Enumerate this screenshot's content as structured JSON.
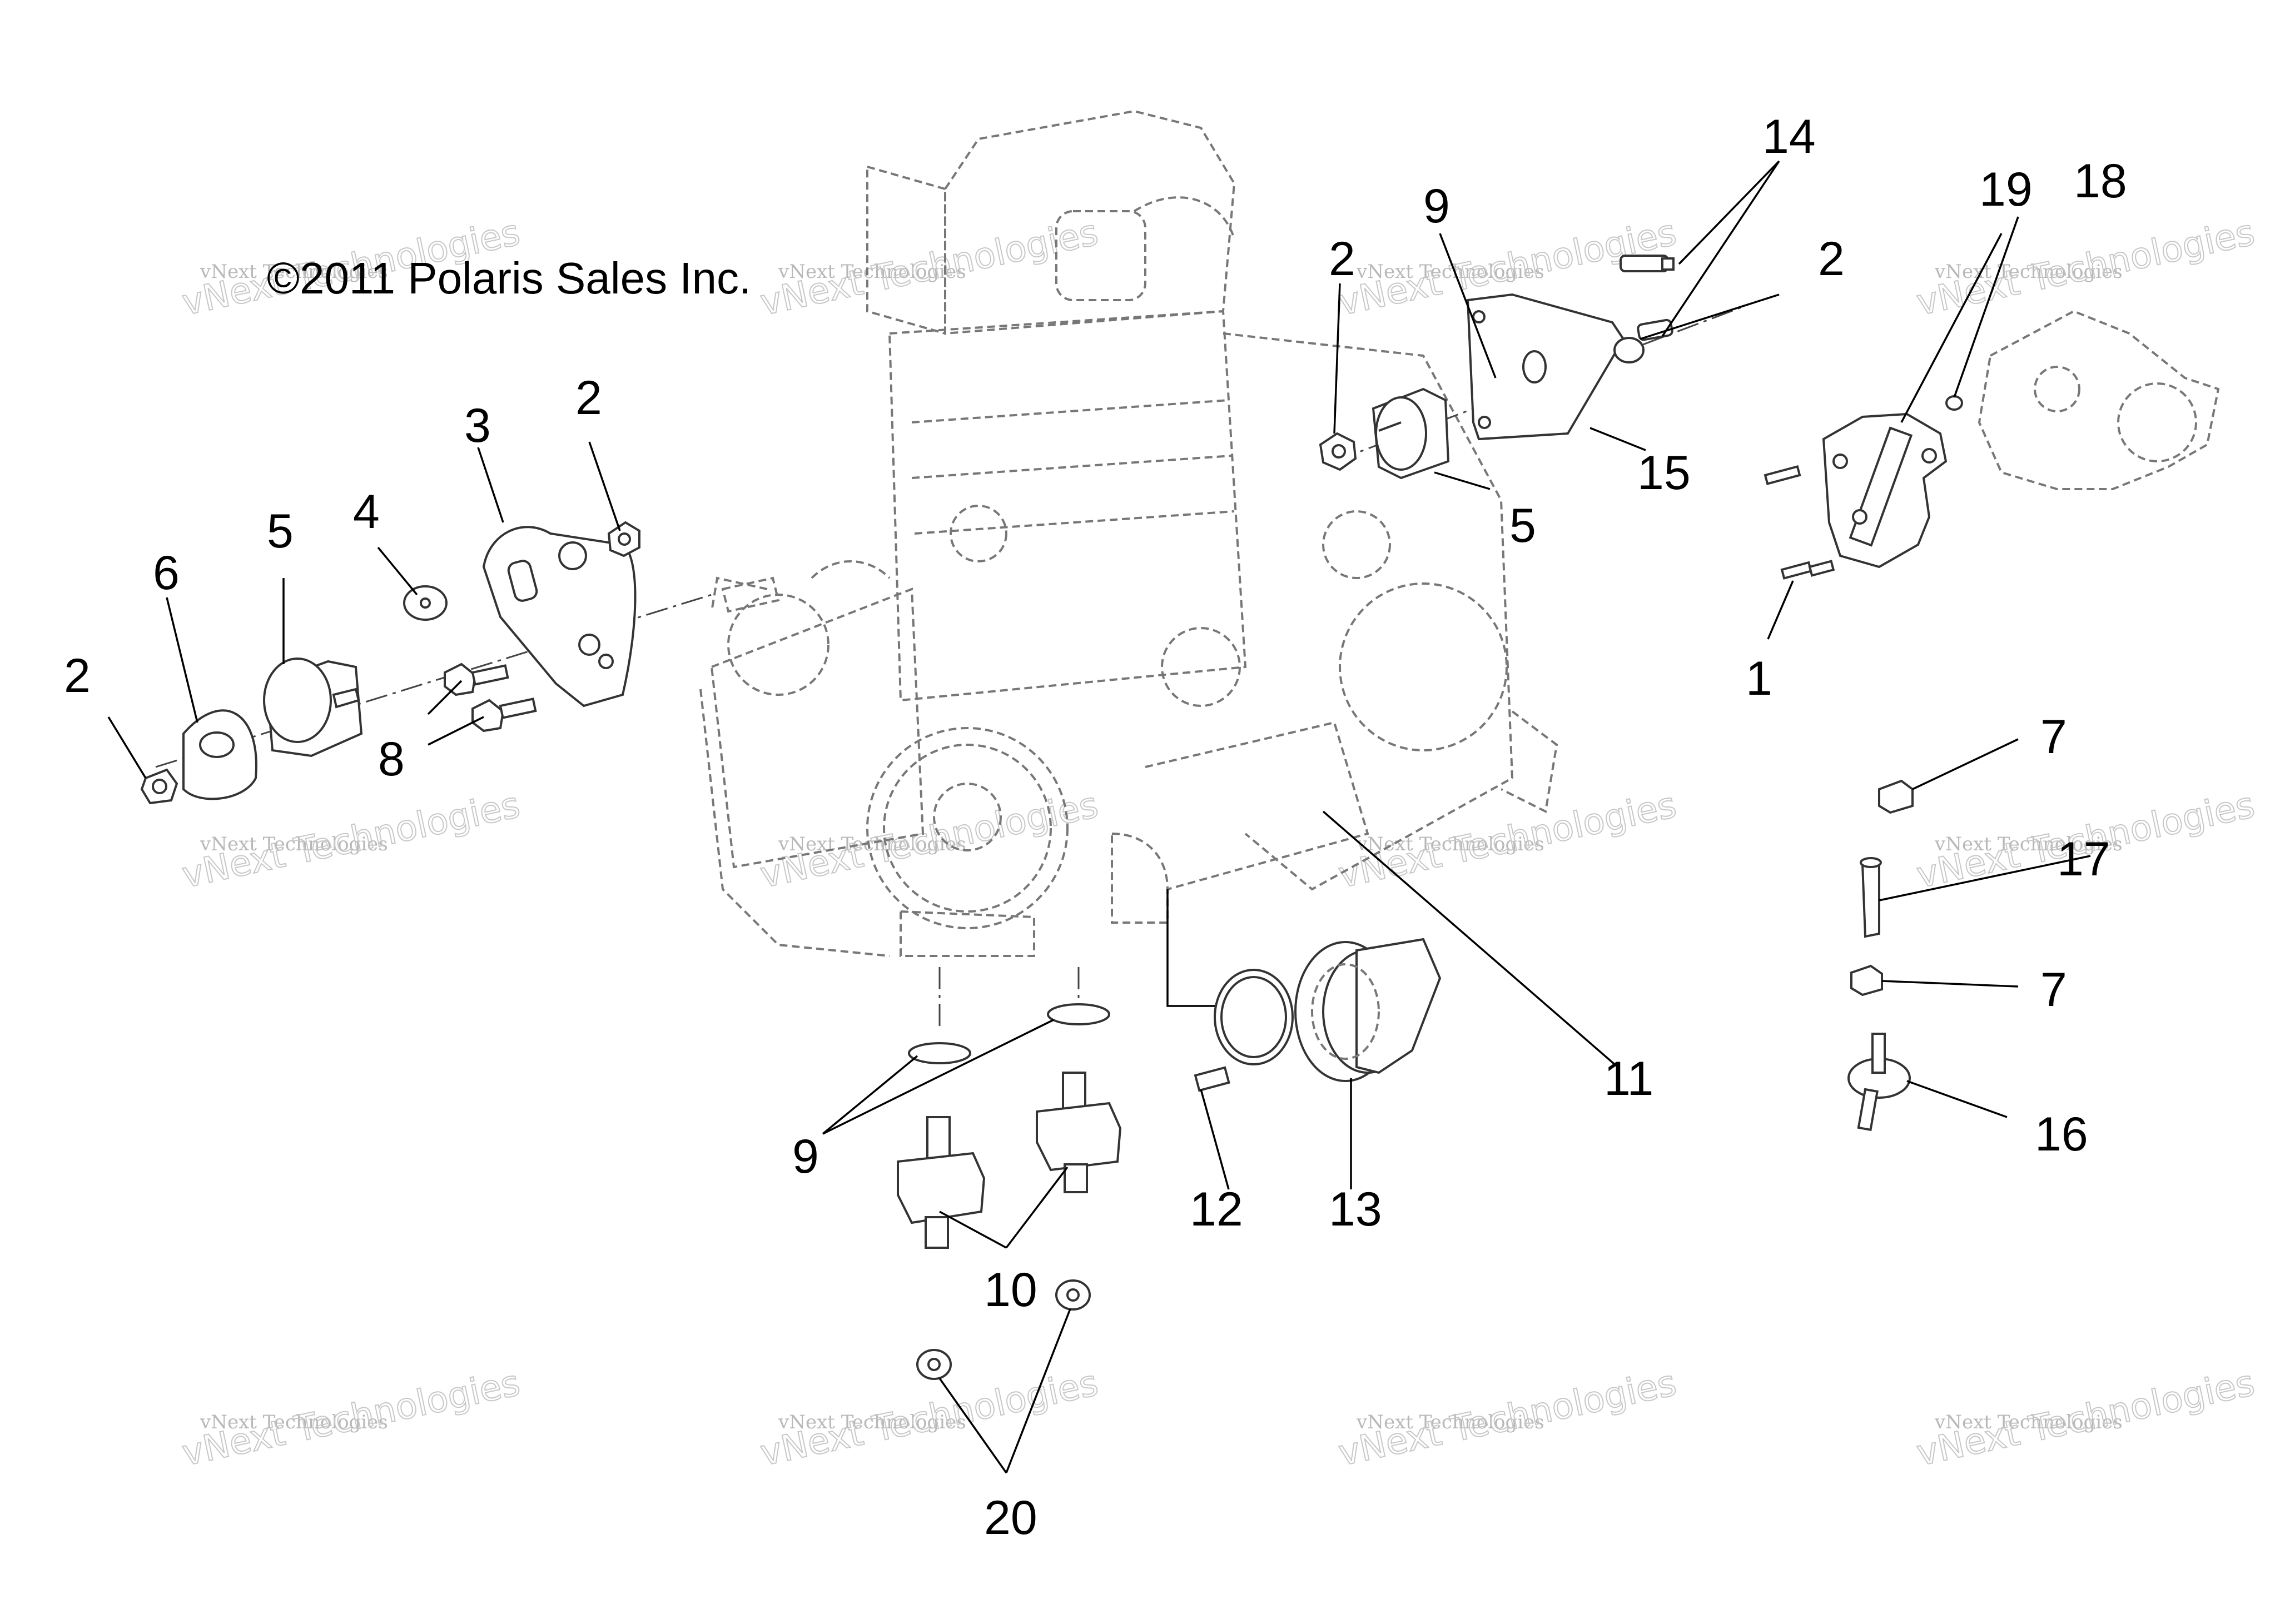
{
  "copyright": "©2011  Polaris Sales Inc.",
  "watermark": {
    "line1": "vNext Technologies",
    "line2": "vNext Technologies"
  },
  "callouts": {
    "c1": "1",
    "c2a": "2",
    "c2b": "2",
    "c2c": "2",
    "c2d": "2",
    "c3": "3",
    "c4": "4",
    "c5a": "5",
    "c5b": "5",
    "c6": "6",
    "c7a": "7",
    "c7b": "7",
    "c8": "8",
    "c9a": "9",
    "c9b": "9",
    "c10": "10",
    "c11": "11",
    "c12": "12",
    "c13": "13",
    "c14": "14",
    "c15": "15",
    "c16": "16",
    "c17": "17",
    "c18": "18",
    "c19": "19",
    "c20": "20"
  }
}
